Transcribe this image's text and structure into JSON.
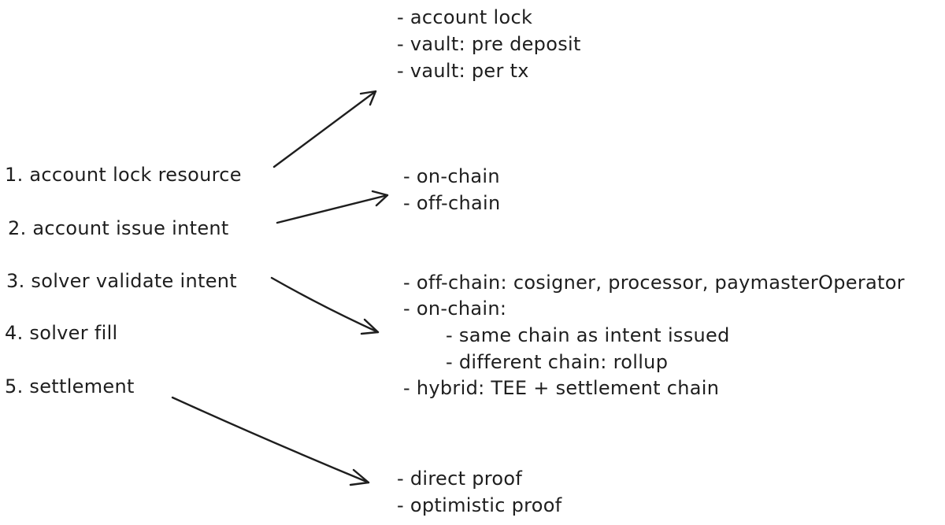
{
  "steps": [
    "1. account lock resource",
    "2. account issue intent",
    "3. solver validate intent",
    "4. solver fill",
    "5. settlement"
  ],
  "lock_options": [
    "- account lock",
    "- vault: pre deposit",
    "- vault: per tx"
  ],
  "intent_channels": [
    "- on-chain",
    "- off-chain"
  ],
  "validation_options": [
    "- off-chain: cosigner, processor, paymasterOperator",
    "- on-chain:",
    "- same chain as intent issued",
    "- different chain: rollup",
    "- hybrid: TEE + settlement chain"
  ],
  "proof_options": [
    "- direct proof",
    "- optimistic proof"
  ]
}
